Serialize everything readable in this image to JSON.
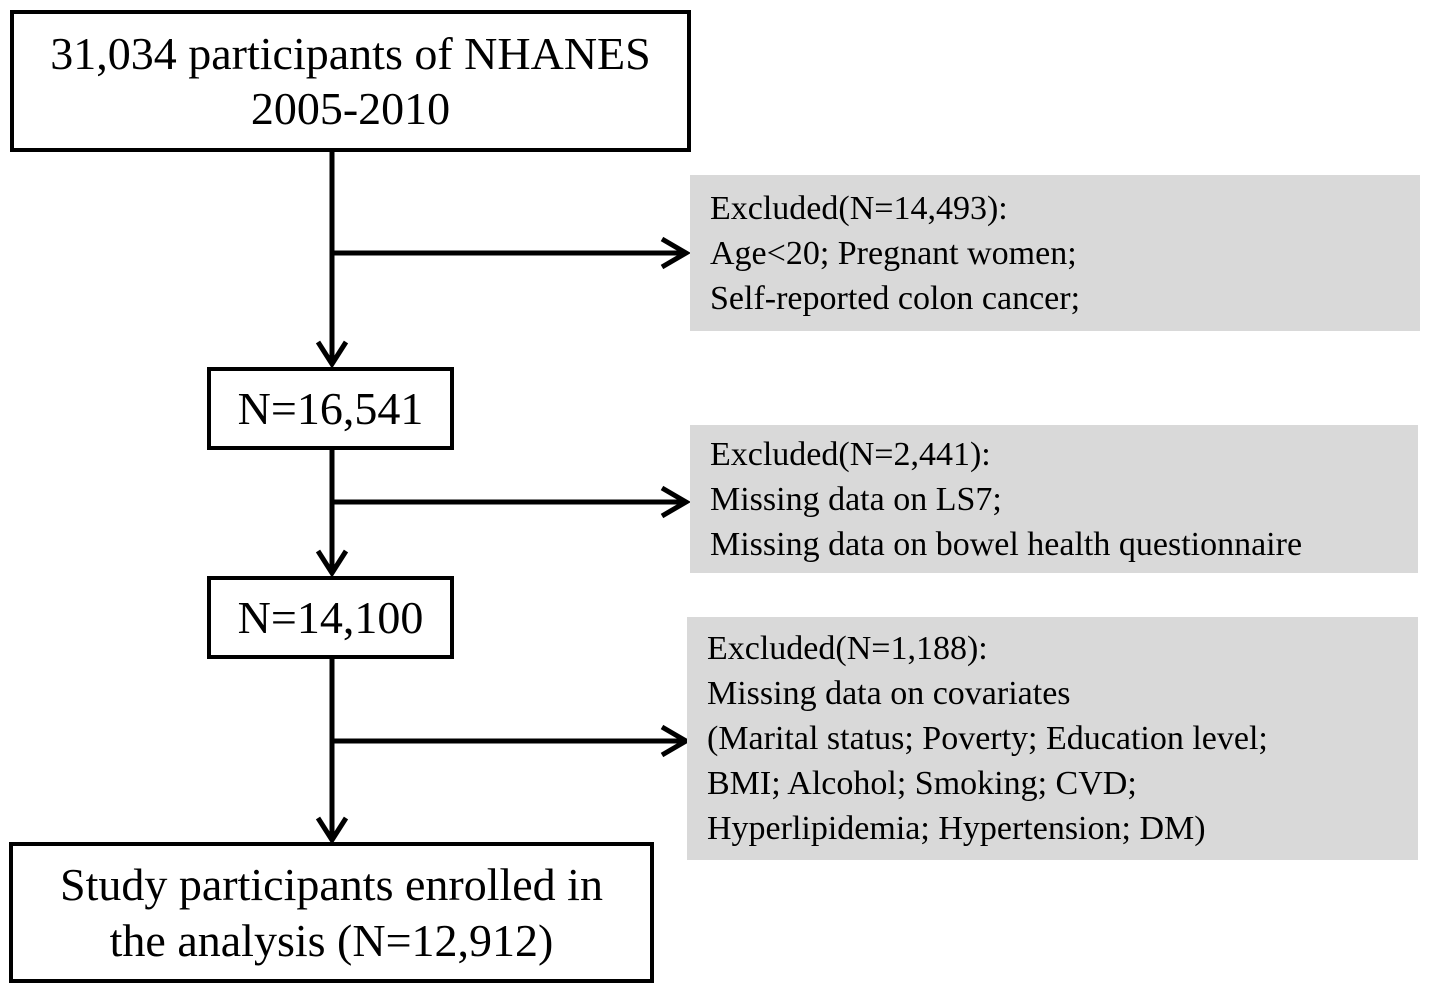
{
  "boxes": {
    "start": {
      "line1": "31,034 participants of NHANES",
      "line2": "2005-2010"
    },
    "step1": {
      "label": "N=16,541"
    },
    "step2": {
      "label": "N=14,100"
    },
    "final": {
      "line1": "Study participants enrolled in",
      "line2": "the analysis (N=12,912)"
    }
  },
  "exclusions": [
    {
      "header": "Excluded(N=14,493):",
      "lines": [
        "Age<20; Pregnant women;",
        "Self-reported colon cancer;"
      ]
    },
    {
      "header": "Excluded(N=2,441):",
      "lines": [
        "Missing data on LS7;",
        "Missing data on bowel health questionnaire"
      ]
    },
    {
      "header": "Excluded(N=1,188):",
      "lines": [
        "Missing data on covariates",
        "(Marital status; Poverty; Education level;",
        "BMI; Alcohol; Smoking; CVD;",
        "Hyperlipidemia; Hypertension; DM)"
      ]
    }
  ],
  "colors": {
    "box_border": "#000000",
    "exclusion_fill": "#d9d9d9",
    "line": "#000000"
  }
}
